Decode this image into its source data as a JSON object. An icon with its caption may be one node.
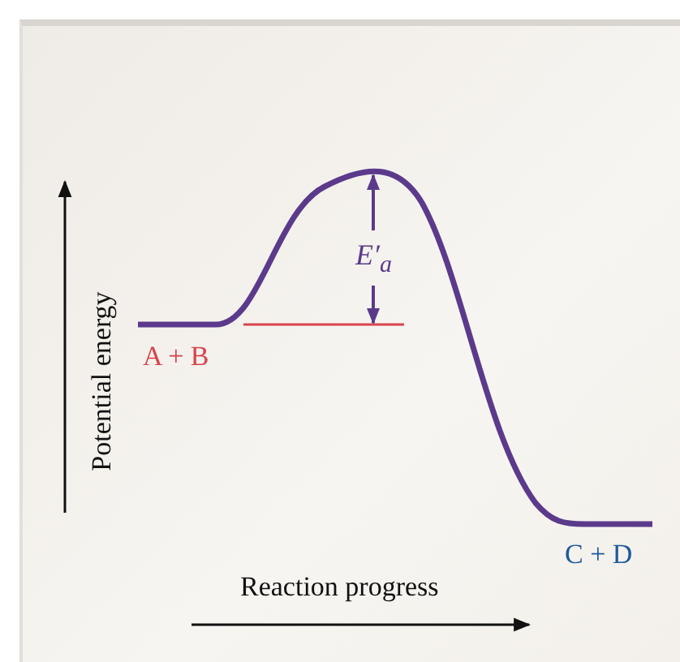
{
  "diagram": {
    "labels": [
      "Potential energy",
      "E′$_{a}$",
      "A + B",
      "C + D",
      "Reaction progress"
    ]
  }
}
